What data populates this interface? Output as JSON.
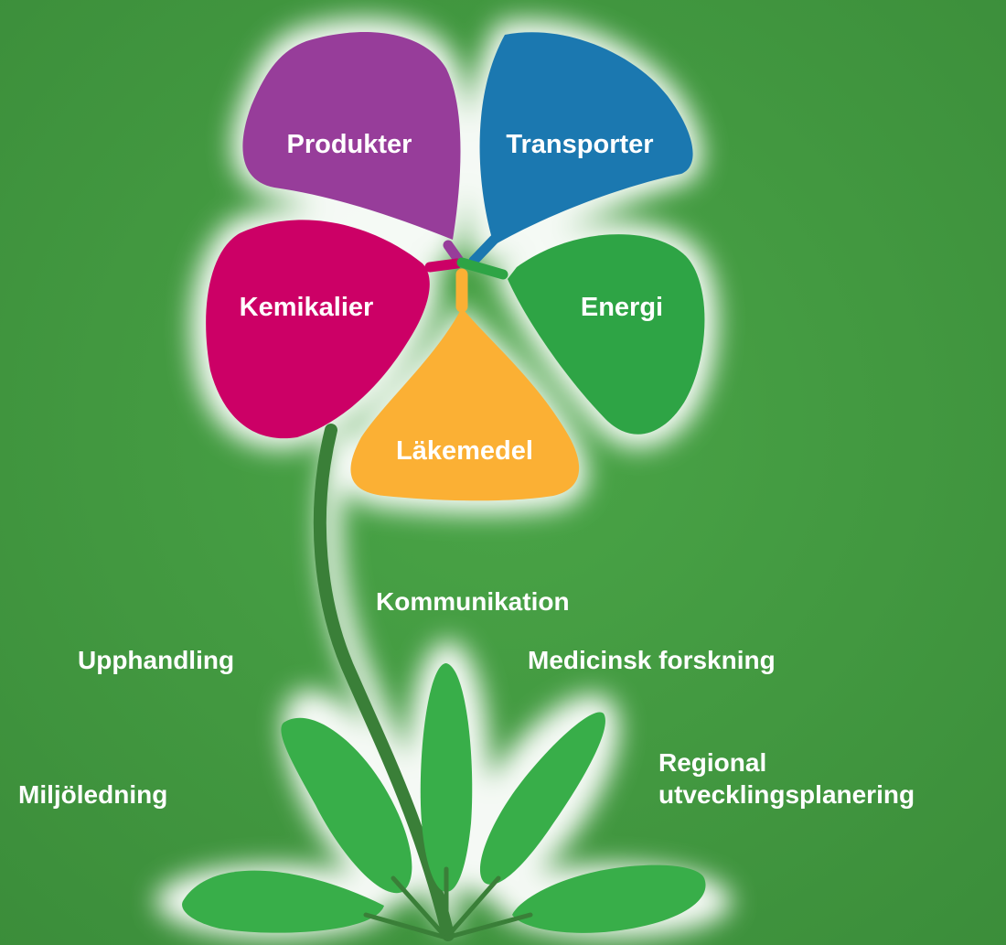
{
  "colors": {
    "background": "#449a41",
    "glow": "#ffffff",
    "stem": "#3a7f38",
    "leaf": "#37ae48",
    "text": "#ffffff"
  },
  "petals": [
    {
      "label": "Produkter",
      "color": "#973d9a"
    },
    {
      "label": "Transporter",
      "color": "#1b78b0"
    },
    {
      "label": "Kemikalier",
      "color": "#cc0066"
    },
    {
      "label": "Energi",
      "color": "#2ea445"
    },
    {
      "label": "Läkemedel",
      "color": "#fbb034"
    }
  ],
  "leaf_labels": {
    "kommunikation": "Kommunikation",
    "upphandling": "Upphandling",
    "medicinsk_forskning": "Medicinsk forskning",
    "miljoledning": "Miljöledning",
    "regional_line1": "Regional",
    "regional_line2": "utvecklingsplanering"
  }
}
